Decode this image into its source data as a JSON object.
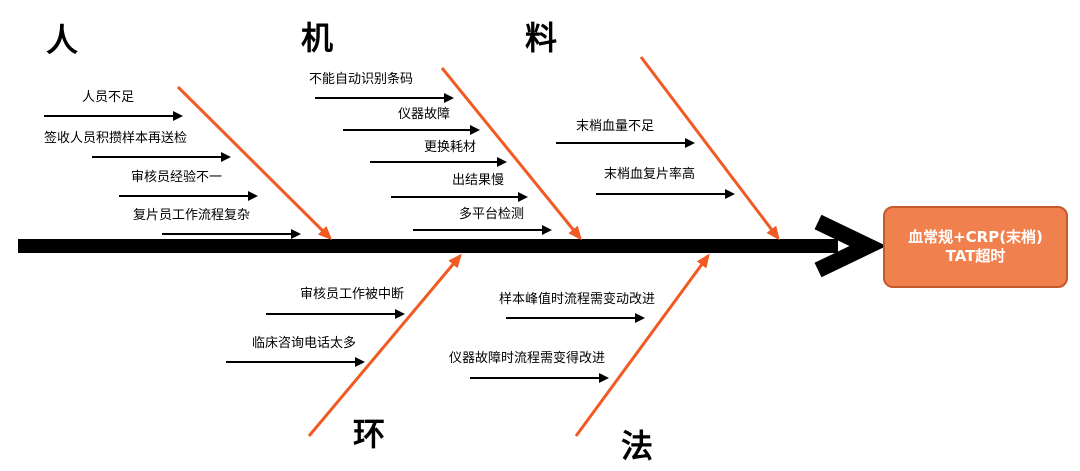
{
  "effect": {
    "line1": "血常规+CRP(末梢)",
    "line2": "TAT超时"
  },
  "categories": {
    "people": "人",
    "machine": "机",
    "material": "料",
    "environment": "环",
    "method": "法"
  },
  "causes": {
    "people": [
      "人员不足",
      "签收人员积攒样本再送检",
      "审核员经验不一",
      "复片员工作流程复杂"
    ],
    "machine": [
      "不能自动识别条码",
      "仪器故障",
      "更换耗材",
      "出结果慢",
      "多平台检测"
    ],
    "material": [
      "末梢血量不足",
      "末梢血复片率高"
    ],
    "environment": [
      "审核员工作被中断",
      "临床咨询电话太多"
    ],
    "method": [
      "样本峰值时流程需变动改进",
      "仪器故障时流程需变得改进"
    ]
  },
  "colors": {
    "spine": "#000000",
    "bone": "#f15a22",
    "effect_box": "#f0804e",
    "effect_border": "#c25a2b"
  }
}
